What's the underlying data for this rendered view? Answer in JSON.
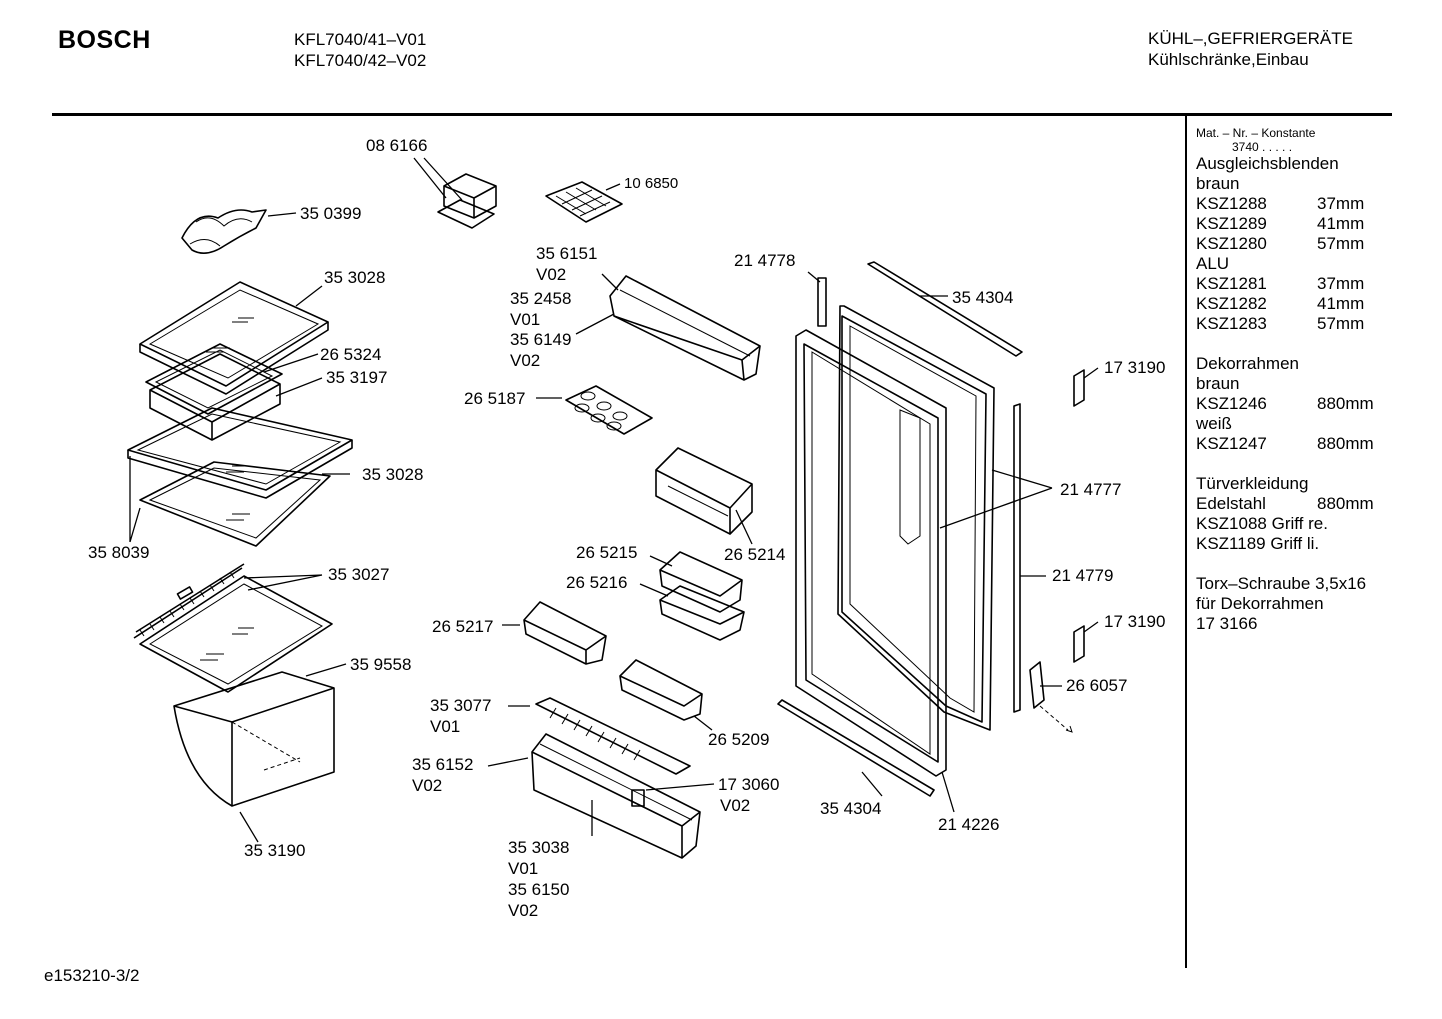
{
  "header": {
    "brand": "BOSCH",
    "model_1": "KFL7040/41–V01",
    "model_2": "KFL7040/42–V02",
    "category_1": "KÜHL–,GEFRIERGERÄTE",
    "category_2": "Kühlschränke,Einbau"
  },
  "footer": {
    "doc_id": "e153210-3/2"
  },
  "sidebar": {
    "note_1": "Mat. – Nr. – Konstante",
    "note_2": "3740  .  .  .  .  .",
    "rows": [
      {
        "c1": "Ausgleichsblenden",
        "c2": ""
      },
      {
        "c1": "braun",
        "c2": ""
      },
      {
        "c1": "KSZ1288",
        "c2": "37mm"
      },
      {
        "c1": "KSZ1289",
        "c2": "41mm"
      },
      {
        "c1": "KSZ1280",
        "c2": "57mm"
      },
      {
        "c1": "ALU",
        "c2": ""
      },
      {
        "c1": "KSZ1281",
        "c2": "37mm"
      },
      {
        "c1": "KSZ1282",
        "c2": "41mm"
      },
      {
        "c1": "KSZ1283",
        "c2": "57mm"
      },
      {
        "c1": "",
        "c2": ""
      },
      {
        "c1": "Dekorrahmen",
        "c2": ""
      },
      {
        "c1": "braun",
        "c2": ""
      },
      {
        "c1": "KSZ1246",
        "c2": "880mm"
      },
      {
        "c1": "weiß",
        "c2": ""
      },
      {
        "c1": "KSZ1247",
        "c2": "880mm"
      },
      {
        "c1": "",
        "c2": ""
      },
      {
        "c1": "Türverkleidung",
        "c2": ""
      },
      {
        "c1": "Edelstahl",
        "c2": "880mm"
      },
      {
        "c1": "KSZ1088 Griff re.",
        "c2": ""
      },
      {
        "c1": "KSZ1189 Griff li.",
        "c2": ""
      },
      {
        "c1": "",
        "c2": ""
      },
      {
        "c1": "Torx–Schraube 3,5x16",
        "c2": ""
      },
      {
        "c1": "für Dekorrahmen",
        "c2": ""
      },
      {
        "c1": "17 3166",
        "c2": ""
      }
    ]
  },
  "parts": {
    "p086166": "08 6166",
    "p350399": "35 0399",
    "p106850": "10 6850",
    "p353028a": "35 3028",
    "p265324": "26 5324",
    "p353197": "35 3197",
    "p353028b": "35 3028",
    "p358039": "35 8039",
    "p353027": "35 3027",
    "p359558": "35 9558",
    "p353190": "35 3190",
    "p356151": "35 6151",
    "v02a": "V02",
    "p352458": "35 2458",
    "v01a": "V01",
    "p356149": "35 6149",
    "v02b": "V02",
    "p265187": "26 5187",
    "p265214": "26 5214",
    "p265215": "26 5215",
    "p265216": "26 5216",
    "p265217": "26 5217",
    "p265209": "26 5209",
    "p353077": "35 3077",
    "v01b": "V01",
    "p356152": "35 6152",
    "v02c": "V02",
    "p173060": "17 3060",
    "v02d": "V02",
    "p353038": "35 3038",
    "v01c": "V01",
    "p356150": "35 6150",
    "v02e": "V02",
    "p214778": "21 4778",
    "p354304a": "35 4304",
    "p173190a": "17 3190",
    "p214777": "21 4777",
    "p214779": "21 4779",
    "p173190b": "17 3190",
    "p266057": "26 6057",
    "p354304b": "35 4304",
    "p214226": "21 4226"
  }
}
